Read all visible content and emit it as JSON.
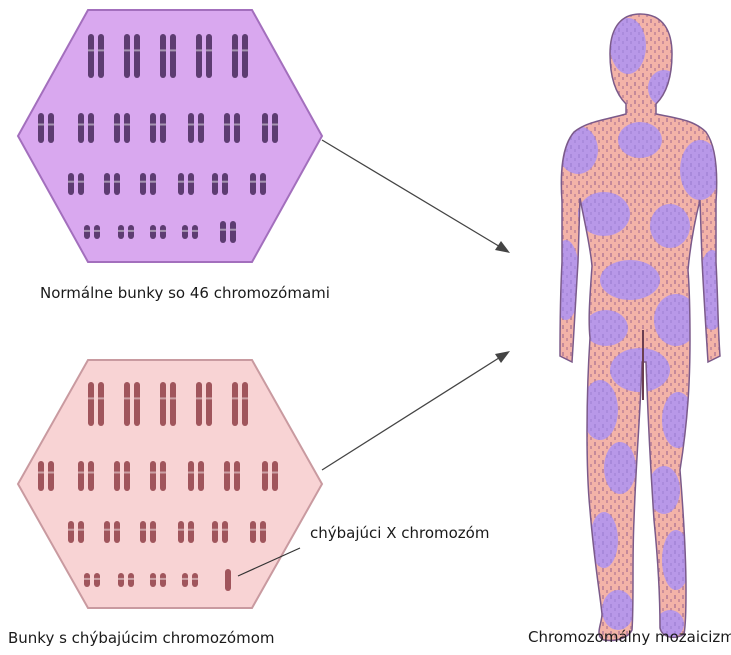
{
  "labels": {
    "normal_cells": "Normálne bunky so 46 chromozómami",
    "missing_cells": "Bunky s chýbajúcim chromozómom",
    "missing_x": "chýbajúci X chromozóm",
    "mosaicism": "Chromozomálny mozaicizmus"
  },
  "colors": {
    "normal_cell_fill": "#d9a8ef",
    "normal_cell_stroke": "#a36fbd",
    "normal_chromosome": "#5d3c71",
    "missing_cell_fill": "#f8d3d4",
    "missing_cell_stroke": "#c99aa0",
    "missing_chromosome": "#a0555c",
    "body_pink": "#f3b3a8",
    "body_purple": "#b898e8",
    "body_outline": "#7b5a8a",
    "arrow": "#444444"
  }
}
